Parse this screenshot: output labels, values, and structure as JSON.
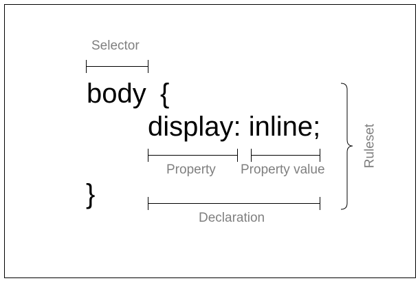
{
  "code": {
    "selector": "body",
    "open_brace": "{",
    "declaration": "display: inline;",
    "close_brace": "}"
  },
  "labels": {
    "selector": "Selector",
    "property": "Property",
    "property_value": "Property value",
    "declaration": "Declaration",
    "ruleset": "Ruleset"
  },
  "colors": {
    "code_text": "#000000",
    "label_text": "#7f7f7f",
    "bracket": "#000000"
  }
}
